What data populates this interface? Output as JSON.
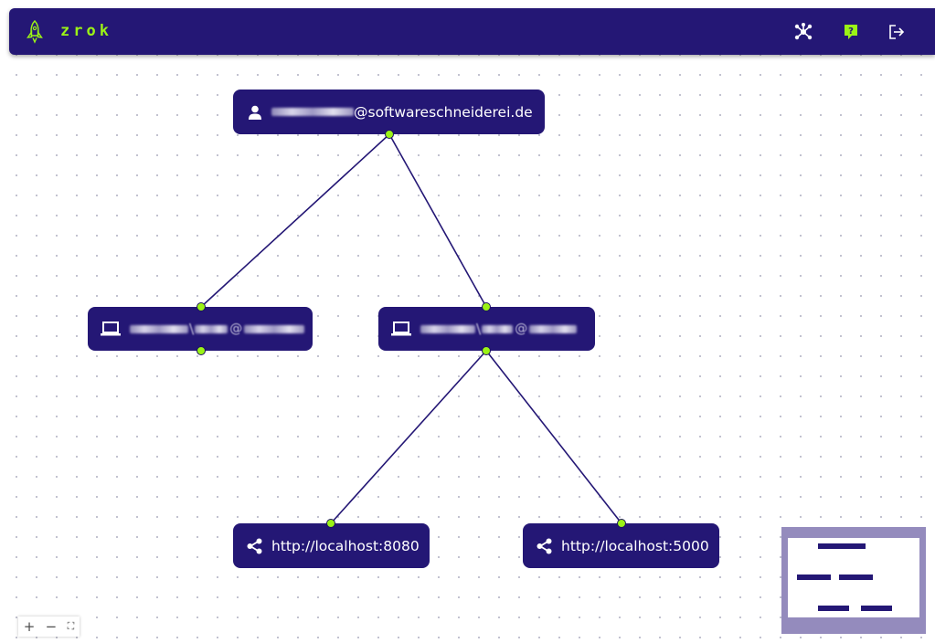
{
  "navbar": {
    "brand": "zrok",
    "icons": [
      "rocket-icon",
      "network-icon",
      "help-icon",
      "logout-icon"
    ],
    "background": "#241775",
    "accent": "#9bf316"
  },
  "graph": {
    "account": {
      "icon": "user-icon",
      "email_suffix": "@softwareschneiderei.de",
      "redacted_prefix": true
    },
    "environments": [
      {
        "icon": "laptop-icon",
        "separator": "\\",
        "at": "@",
        "redacted": true
      },
      {
        "icon": "laptop-icon",
        "separator": "\\",
        "at": "@",
        "redacted": true
      }
    ],
    "shares": [
      {
        "icon": "share-icon",
        "label": "http://localhost:8080"
      },
      {
        "icon": "share-icon",
        "label": "http://localhost:5000"
      }
    ],
    "handle_color": "#9bf316",
    "edge_color": "#241775"
  },
  "controls": {
    "zoom_in": "+",
    "zoom_out": "−",
    "fit_view": "⛶"
  }
}
